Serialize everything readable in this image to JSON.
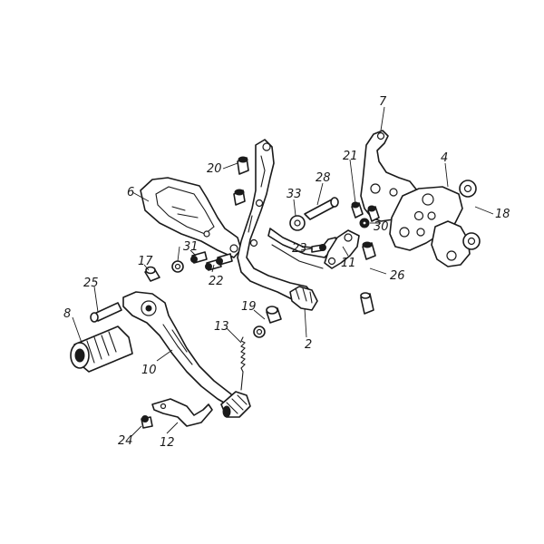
{
  "diagram": {
    "callouts": [
      {
        "id": "c2",
        "label": "2"
      },
      {
        "id": "c4",
        "label": "4"
      },
      {
        "id": "c6",
        "label": "6"
      },
      {
        "id": "c7",
        "label": "7"
      },
      {
        "id": "c8",
        "label": "8"
      },
      {
        "id": "c10",
        "label": "10"
      },
      {
        "id": "c11",
        "label": "11"
      },
      {
        "id": "c12",
        "label": "12"
      },
      {
        "id": "c13",
        "label": "13"
      },
      {
        "id": "c17",
        "label": "17"
      },
      {
        "id": "c18",
        "label": "18"
      },
      {
        "id": "c19",
        "label": "19"
      },
      {
        "id": "c20",
        "label": "20"
      },
      {
        "id": "c21",
        "label": "21"
      },
      {
        "id": "c22",
        "label": "22"
      },
      {
        "id": "c23",
        "label": "23"
      },
      {
        "id": "c24",
        "label": "24"
      },
      {
        "id": "c25",
        "label": "25"
      },
      {
        "id": "c26",
        "label": "26"
      },
      {
        "id": "c28",
        "label": "28"
      },
      {
        "id": "c30",
        "label": "30"
      },
      {
        "id": "c31",
        "label": "31"
      },
      {
        "id": "c33",
        "label": "33"
      }
    ],
    "colors": {
      "line": "#1a1a1a",
      "background": "#ffffff"
    }
  }
}
